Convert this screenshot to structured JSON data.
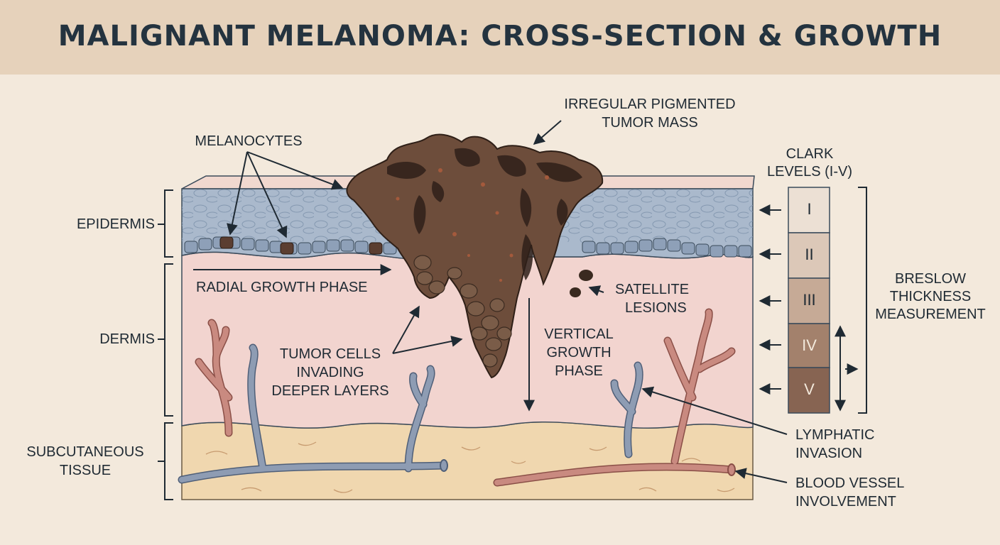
{
  "title": "MALIGNANT MELANOMA: CROSS-SECTION & GROWTH",
  "layers": {
    "epidermis": "EPIDERMIS",
    "dermis": "DERMIS",
    "subcutaneous_line1": "SUBCUTANEOUS",
    "subcutaneous_line2": "TISSUE"
  },
  "annotations": {
    "melanocytes": "MELANOCYTES",
    "tumor_mass_line1": "IRREGULAR PIGMENTED",
    "tumor_mass_line2": "TUMOR MASS",
    "radial_growth": "RADIAL GROWTH PHASE",
    "satellite_line1": "SATELLITE",
    "satellite_line2": "LESIONS",
    "invading_line1": "TUMOR CELLS",
    "invading_line2": "INVADING",
    "invading_line3": "DEEPER LAYERS",
    "vertical_line1": "VERTICAL",
    "vertical_line2": "GROWTH",
    "vertical_line3": "PHASE",
    "lymphatic_line1": "LYMPHATIC",
    "lymphatic_line2": "INVASION",
    "blood_line1": "BLOOD VESSEL",
    "blood_line2": "INVOLVEMENT"
  },
  "clark": {
    "title_line1": "CLARK",
    "title_line2": "LEVELS (I-V)",
    "levels": [
      "I",
      "II",
      "III",
      "IV",
      "V"
    ],
    "colors": [
      "#ece0d4",
      "#dcc8b8",
      "#c6aa96",
      "#a3816c",
      "#876452"
    ]
  },
  "breslow": {
    "line1": "BRESLOW",
    "line2": "THICKNESS",
    "line3": "MEASUREMENT"
  },
  "colors": {
    "epidermis": "#aab9cc",
    "dermis": "#f2d4cf",
    "subcutaneous": "#f0d7af",
    "tumor": "#5e4232",
    "lymphatic": "#7f8ea6",
    "blood": "#c98a80"
  }
}
